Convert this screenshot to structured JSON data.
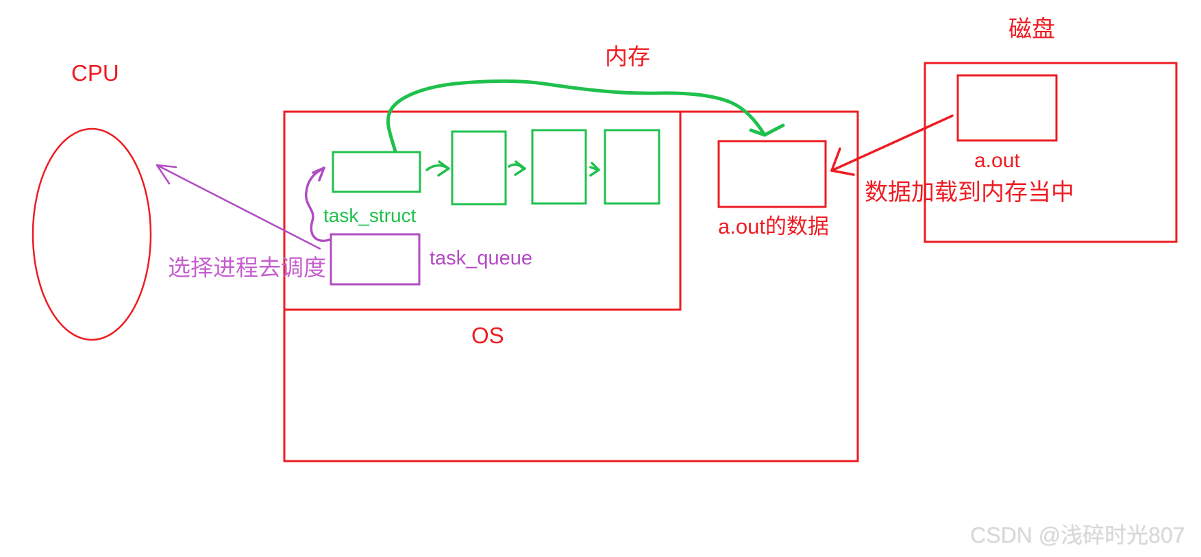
{
  "colors": {
    "red": "#ee1c22",
    "green": "#1fc14c",
    "purple": "#b14cc2",
    "purple_light": "#c55fcf",
    "watermark_gray": "#d7d7d7",
    "background": "#ffffff"
  },
  "diagram": {
    "cpu": {
      "label": "CPU"
    },
    "memory": {
      "label": "内存"
    },
    "os": {
      "label": "OS"
    },
    "task_struct": {
      "label": "task_struct"
    },
    "task_queue": {
      "label": "task_queue"
    },
    "schedule_arrow": {
      "label": "选择进程去调度"
    },
    "aout_data": {
      "label": "a.out的数据"
    },
    "disk": {
      "label": "磁盘"
    },
    "disk_file": {
      "label": "a.out"
    },
    "load_arrow": {
      "label": "数据加载到内存当中"
    }
  },
  "watermark": {
    "text": "CSDN @浅碎时光807"
  }
}
